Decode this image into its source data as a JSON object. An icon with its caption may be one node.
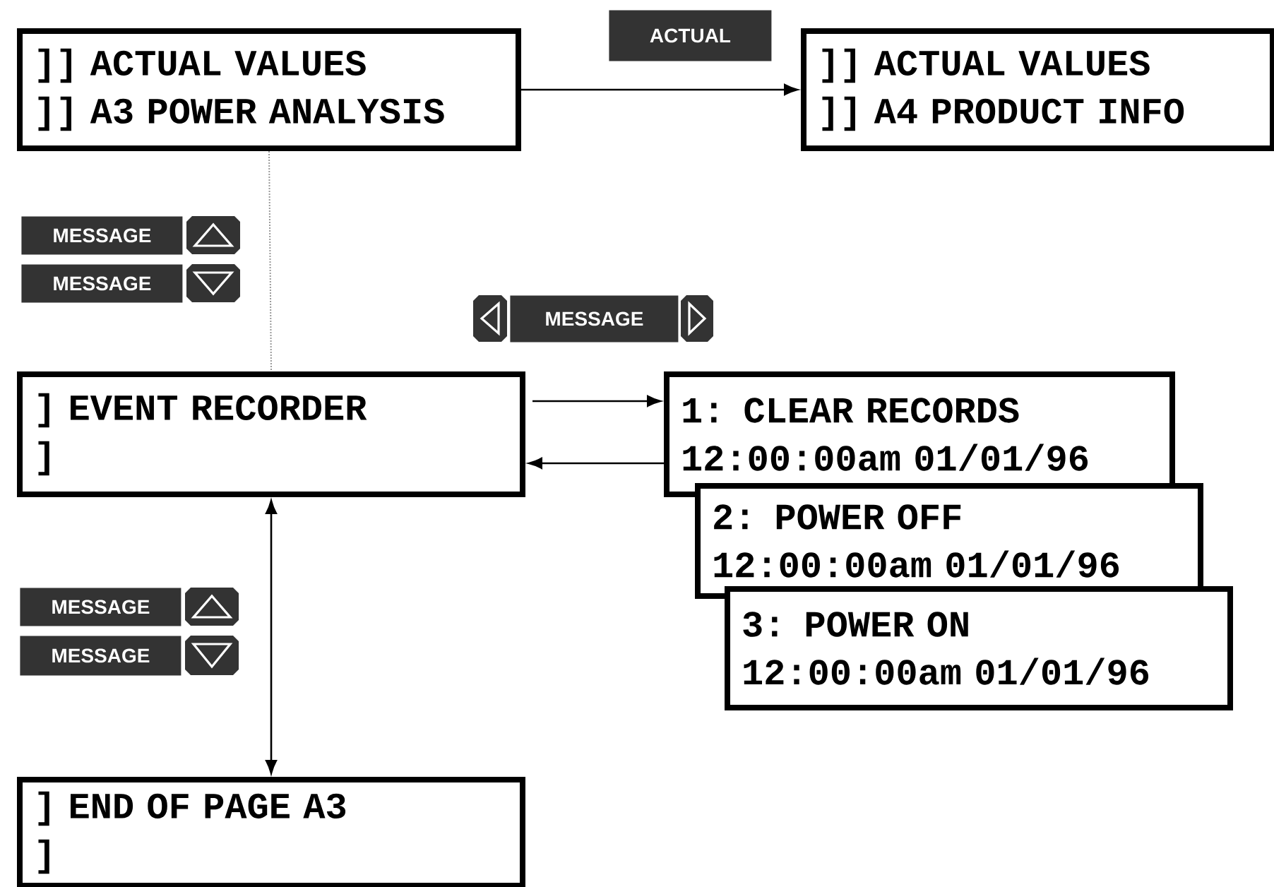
{
  "diagram": {
    "nodes": [
      {
        "text": [
          "]] ACTUAL VALUES",
          "]] A3 POWER ANALYSIS"
        ]
      },
      {
        "text": [
          "]] ACTUAL VALUES",
          "]] A4 PRODUCT INFO"
        ]
      },
      {
        "text": [
          "] EVENT RECORDER",
          "]"
        ]
      },
      {
        "text": [
          "1: CLEAR RECORDS",
          "12:00:00am  01/01/96"
        ]
      },
      {
        "text": [
          "2: POWER OFF",
          "12:00:00am  01/01/96"
        ]
      },
      {
        "text": [
          "3: POWER ON",
          "12:00:00am  01/01/96"
        ]
      },
      {
        "text": [
          "] END OF PAGE A3",
          "]"
        ]
      }
    ],
    "edges": [
      {
        "from": 0,
        "to": 1,
        "arrow": "to"
      },
      {
        "from": 0,
        "to": 2,
        "arrow": "none",
        "style": "dashed",
        "color": "#999999"
      },
      {
        "from": 2,
        "to": 3,
        "arrow": "to"
      },
      {
        "from": 3,
        "to": 2,
        "arrow": "to"
      },
      {
        "from": 2,
        "to": 6,
        "arrow": "both"
      }
    ],
    "labels": [
      "ACTUAL",
      "MESSAGE",
      "MESSAGE",
      "MESSAGE",
      "MESSAGE",
      "MESSAGE"
    ]
  }
}
